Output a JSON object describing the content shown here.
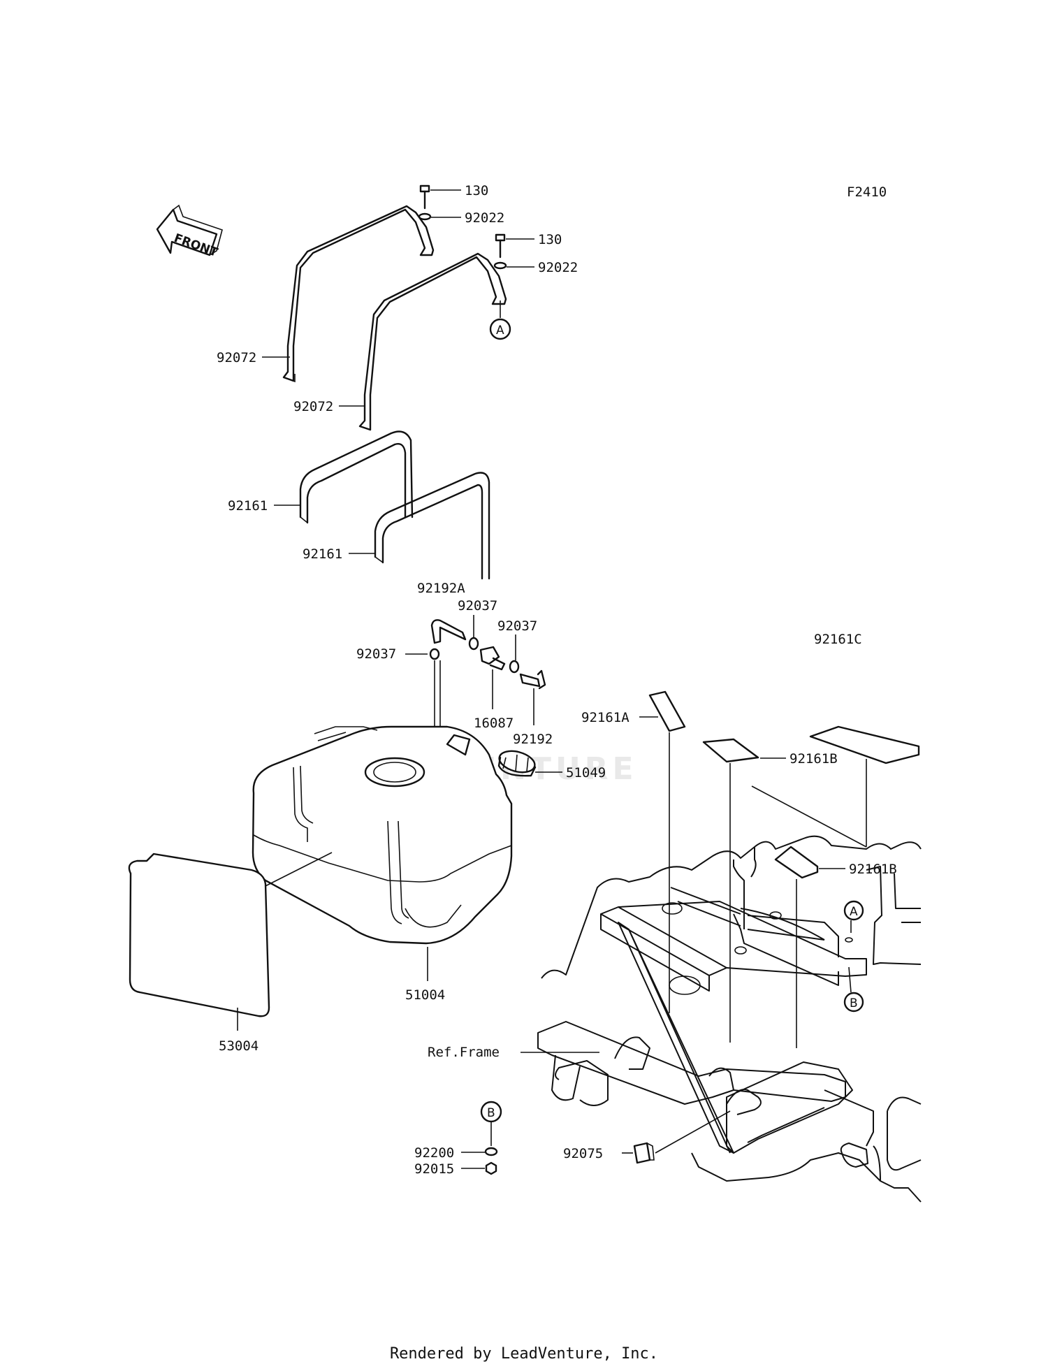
{
  "diagram_code": "F2410",
  "front_label": "FRONT",
  "watermark": "VENTURE",
  "footer": "Rendered by LeadVenture, Inc.",
  "callouts": {
    "a": "A",
    "b": "B"
  },
  "parts": {
    "bolt_1": "130",
    "washer_1": "92022",
    "bolt_2": "130",
    "washer_2": "92022",
    "band_1": "92072",
    "band_2": "92072",
    "pad_1": "92161",
    "pad_2": "92161",
    "hose": "92192A",
    "clamp_1": "92037",
    "clamp_2": "92037",
    "clamp_3": "92037",
    "valve": "16087",
    "hose_2": "92192",
    "pad_a": "92161A",
    "pad_b1": "92161B",
    "pad_b2": "92161B",
    "pad_c": "92161C",
    "cap": "51049",
    "tank": "51004",
    "cover": "53004",
    "ref_frame": "Ref.Frame",
    "collar": "92200",
    "nut": "92015",
    "cushion": "92075"
  }
}
